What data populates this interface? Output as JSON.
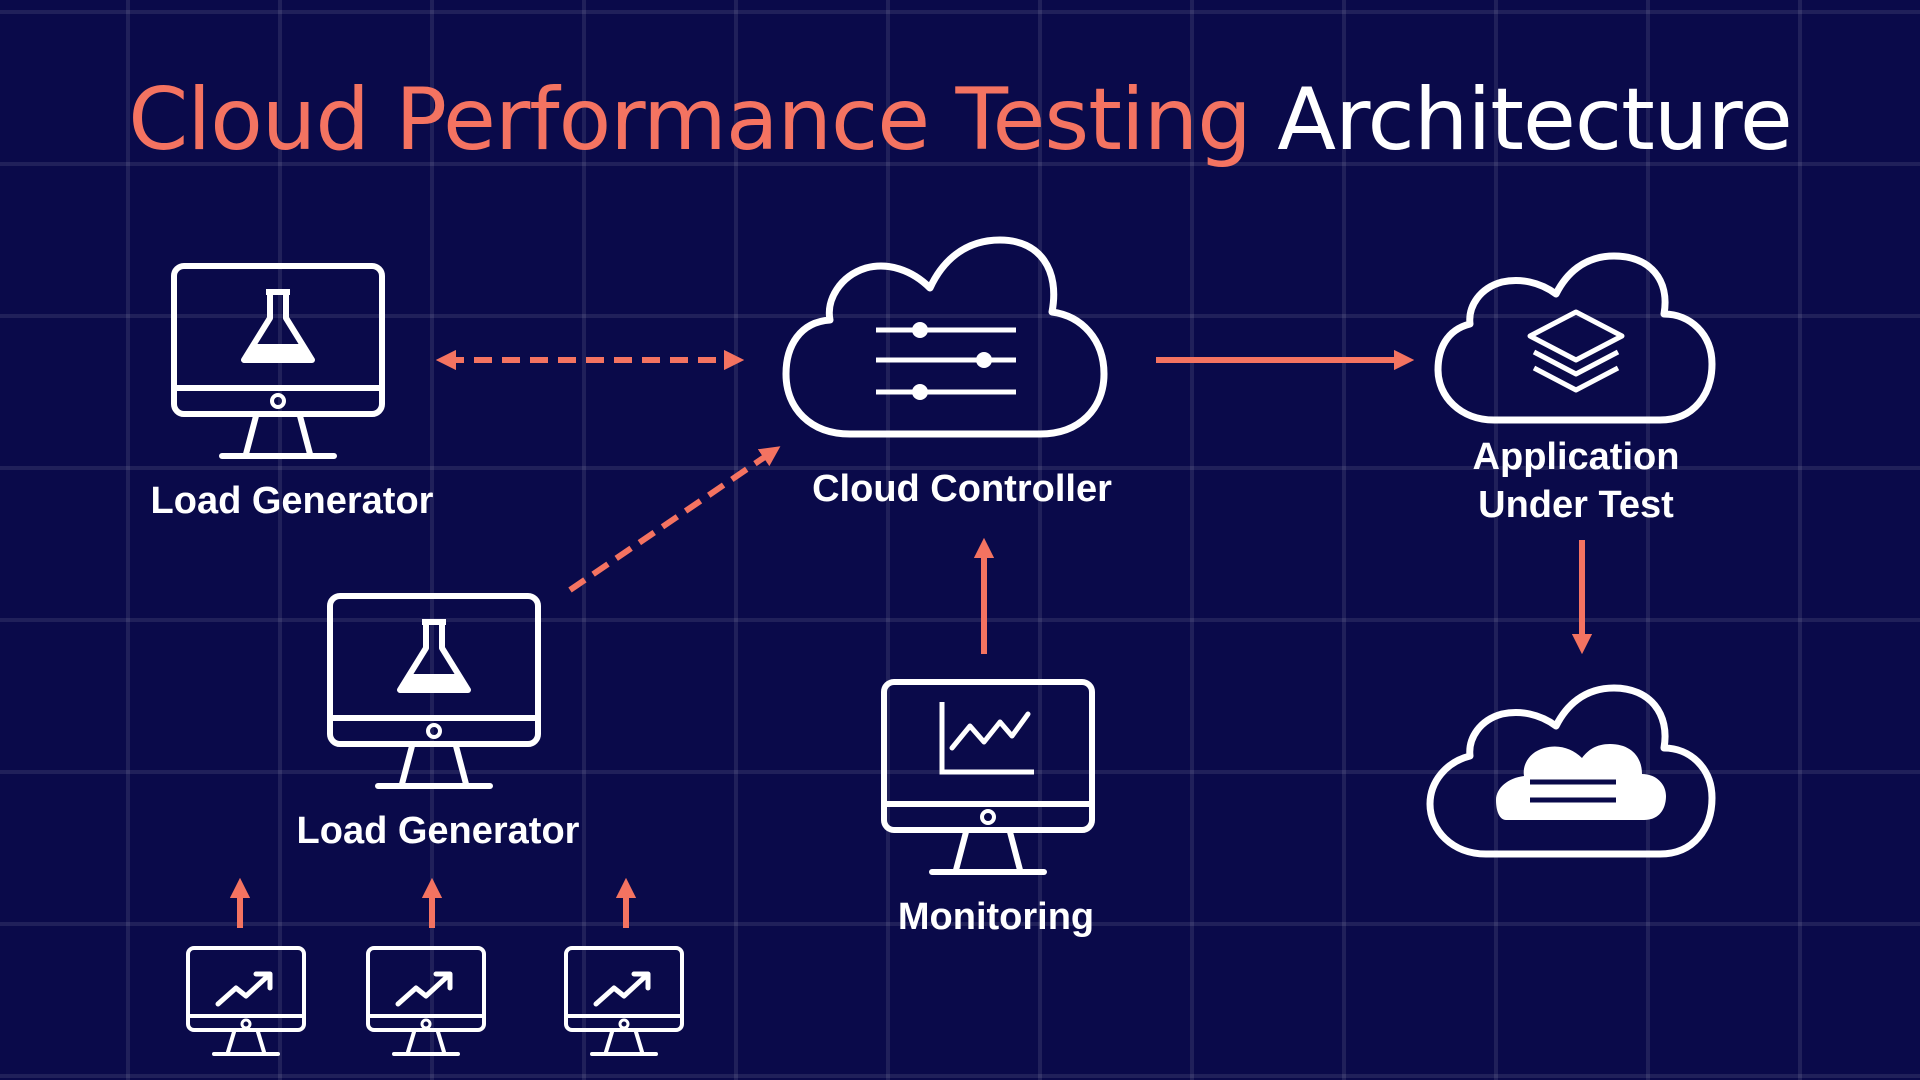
{
  "title": {
    "accent": "Cloud Performance Testing",
    "plain": "Architecture"
  },
  "nodes": {
    "load_generator_top": "Load Generator",
    "load_generator_mid": "Load Generator",
    "cloud_controller": "Cloud Controller",
    "application_line1": "Application",
    "application_line2": "Under Test",
    "monitoring": "Monitoring"
  },
  "colors": {
    "background": "#0a0a4a",
    "accent": "#f47361",
    "foreground": "#ffffff"
  },
  "icons": [
    "monitor-flask-icon",
    "cloud-sliders-icon",
    "cloud-layers-icon",
    "monitor-chart-icon",
    "cloud-server-icon",
    "monitor-trend-icon"
  ]
}
